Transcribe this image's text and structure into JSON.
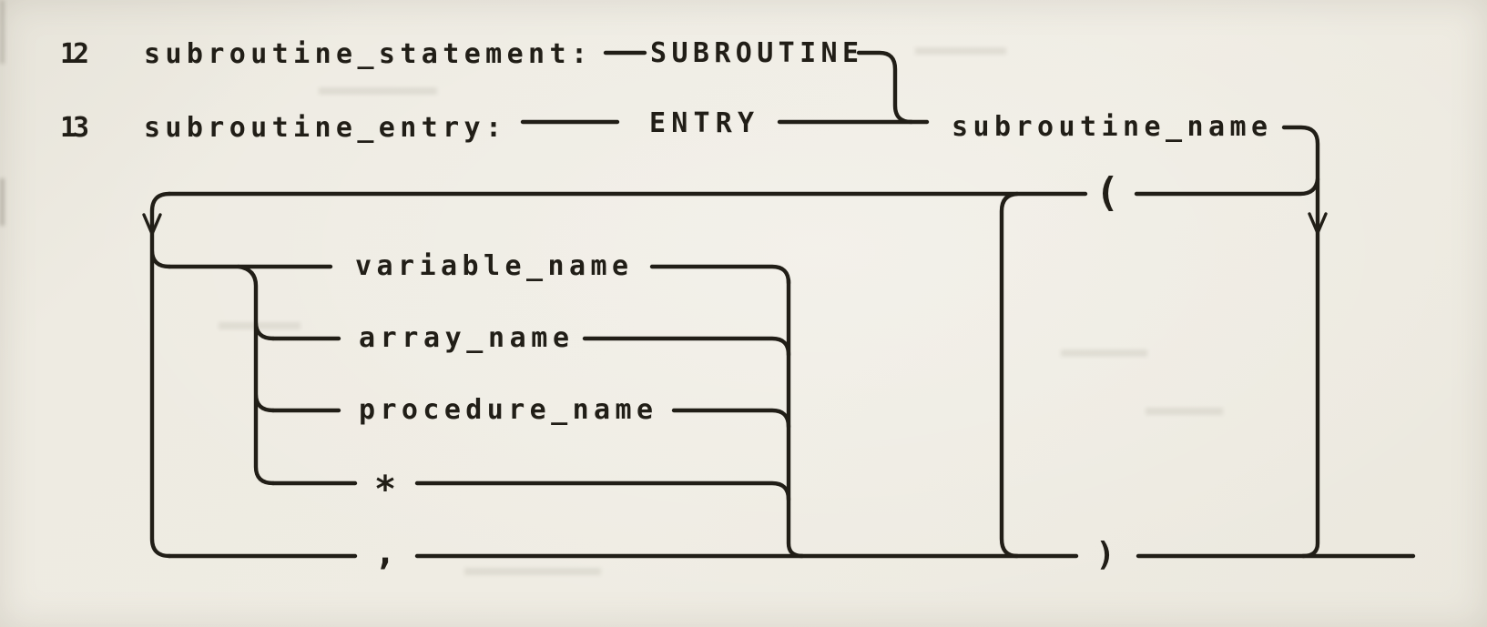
{
  "page": {
    "background": "#efece3",
    "ink": "#211e17"
  },
  "rules": [
    {
      "number": "12",
      "name": "subroutine_statement:",
      "keyword": "SUBROUTINE"
    },
    {
      "number": "13",
      "name": "subroutine_entry:",
      "keyword": "ENTRY"
    }
  ],
  "nodes": {
    "subroutine_name": "subroutine_name",
    "variable_name": "variable_name",
    "array_name": "array_name",
    "procedure_name": "procedure_name"
  },
  "terminals": {
    "open_paren": "(",
    "close_paren": ")",
    "star": "*",
    "comma": ","
  }
}
